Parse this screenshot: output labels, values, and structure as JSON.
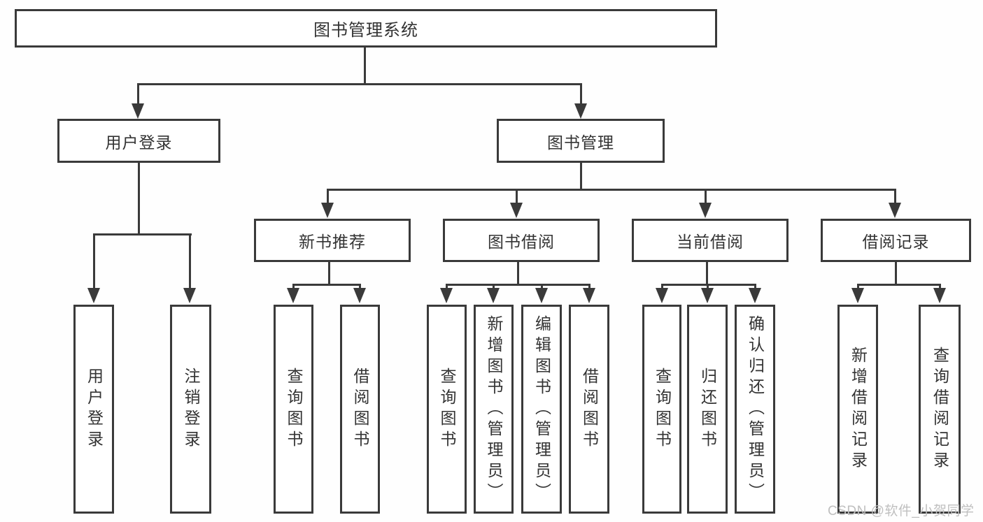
{
  "diagram": {
    "root": {
      "label": "图书管理系统"
    },
    "branches": {
      "user_login": {
        "label": "用户登录",
        "children": {
          "login": {
            "label": "用户登录"
          },
          "logout": {
            "label": "注销登录"
          }
        }
      },
      "book_mgmt": {
        "label": "图书管理",
        "children": {
          "new_books": {
            "label": "新书推荐",
            "children": {
              "query": {
                "label": "查询图书"
              },
              "borrow": {
                "label": "借阅图书"
              }
            }
          },
          "borrowing": {
            "label": "图书借阅",
            "children": {
              "query": {
                "label": "查询图书"
              },
              "add": {
                "label": "新增图书（管理员）"
              },
              "edit": {
                "label": "编辑图书（管理员）"
              },
              "borrow": {
                "label": "借阅图书"
              }
            }
          },
          "current": {
            "label": "当前借阅",
            "children": {
              "query": {
                "label": "查询图书"
              },
              "return": {
                "label": "归还图书"
              },
              "confirm": {
                "label": "确认归还（管理员）"
              }
            }
          },
          "records": {
            "label": "借阅记录",
            "children": {
              "add": {
                "label": "新增借阅记录"
              },
              "query": {
                "label": "查询借阅记录"
              }
            }
          }
        }
      }
    },
    "watermark": "CSDN @软件_小贺同学",
    "colors": {
      "line": "#3a3a3a",
      "text": "#333333",
      "watermark": "#bfbfbf",
      "background": "#fefefe"
    }
  }
}
